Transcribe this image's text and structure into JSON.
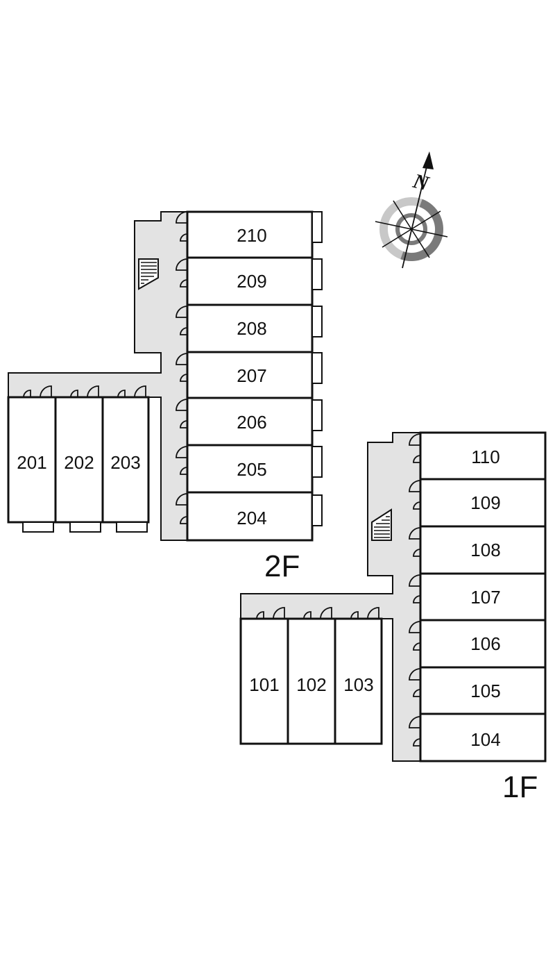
{
  "floors": [
    {
      "id": "2F",
      "label": "2F",
      "units": [
        "210",
        "209",
        "208",
        "207",
        "206",
        "205",
        "204",
        "201",
        "202",
        "203"
      ]
    },
    {
      "id": "1F",
      "label": "1F",
      "units": [
        "110",
        "109",
        "108",
        "107",
        "106",
        "105",
        "104",
        "101",
        "102",
        "103"
      ]
    }
  ],
  "compass": {
    "label": "N"
  },
  "colors": {
    "corridor": "#e3e3e3",
    "line": "#111111",
    "compass_ring": "#7a7a7a"
  }
}
